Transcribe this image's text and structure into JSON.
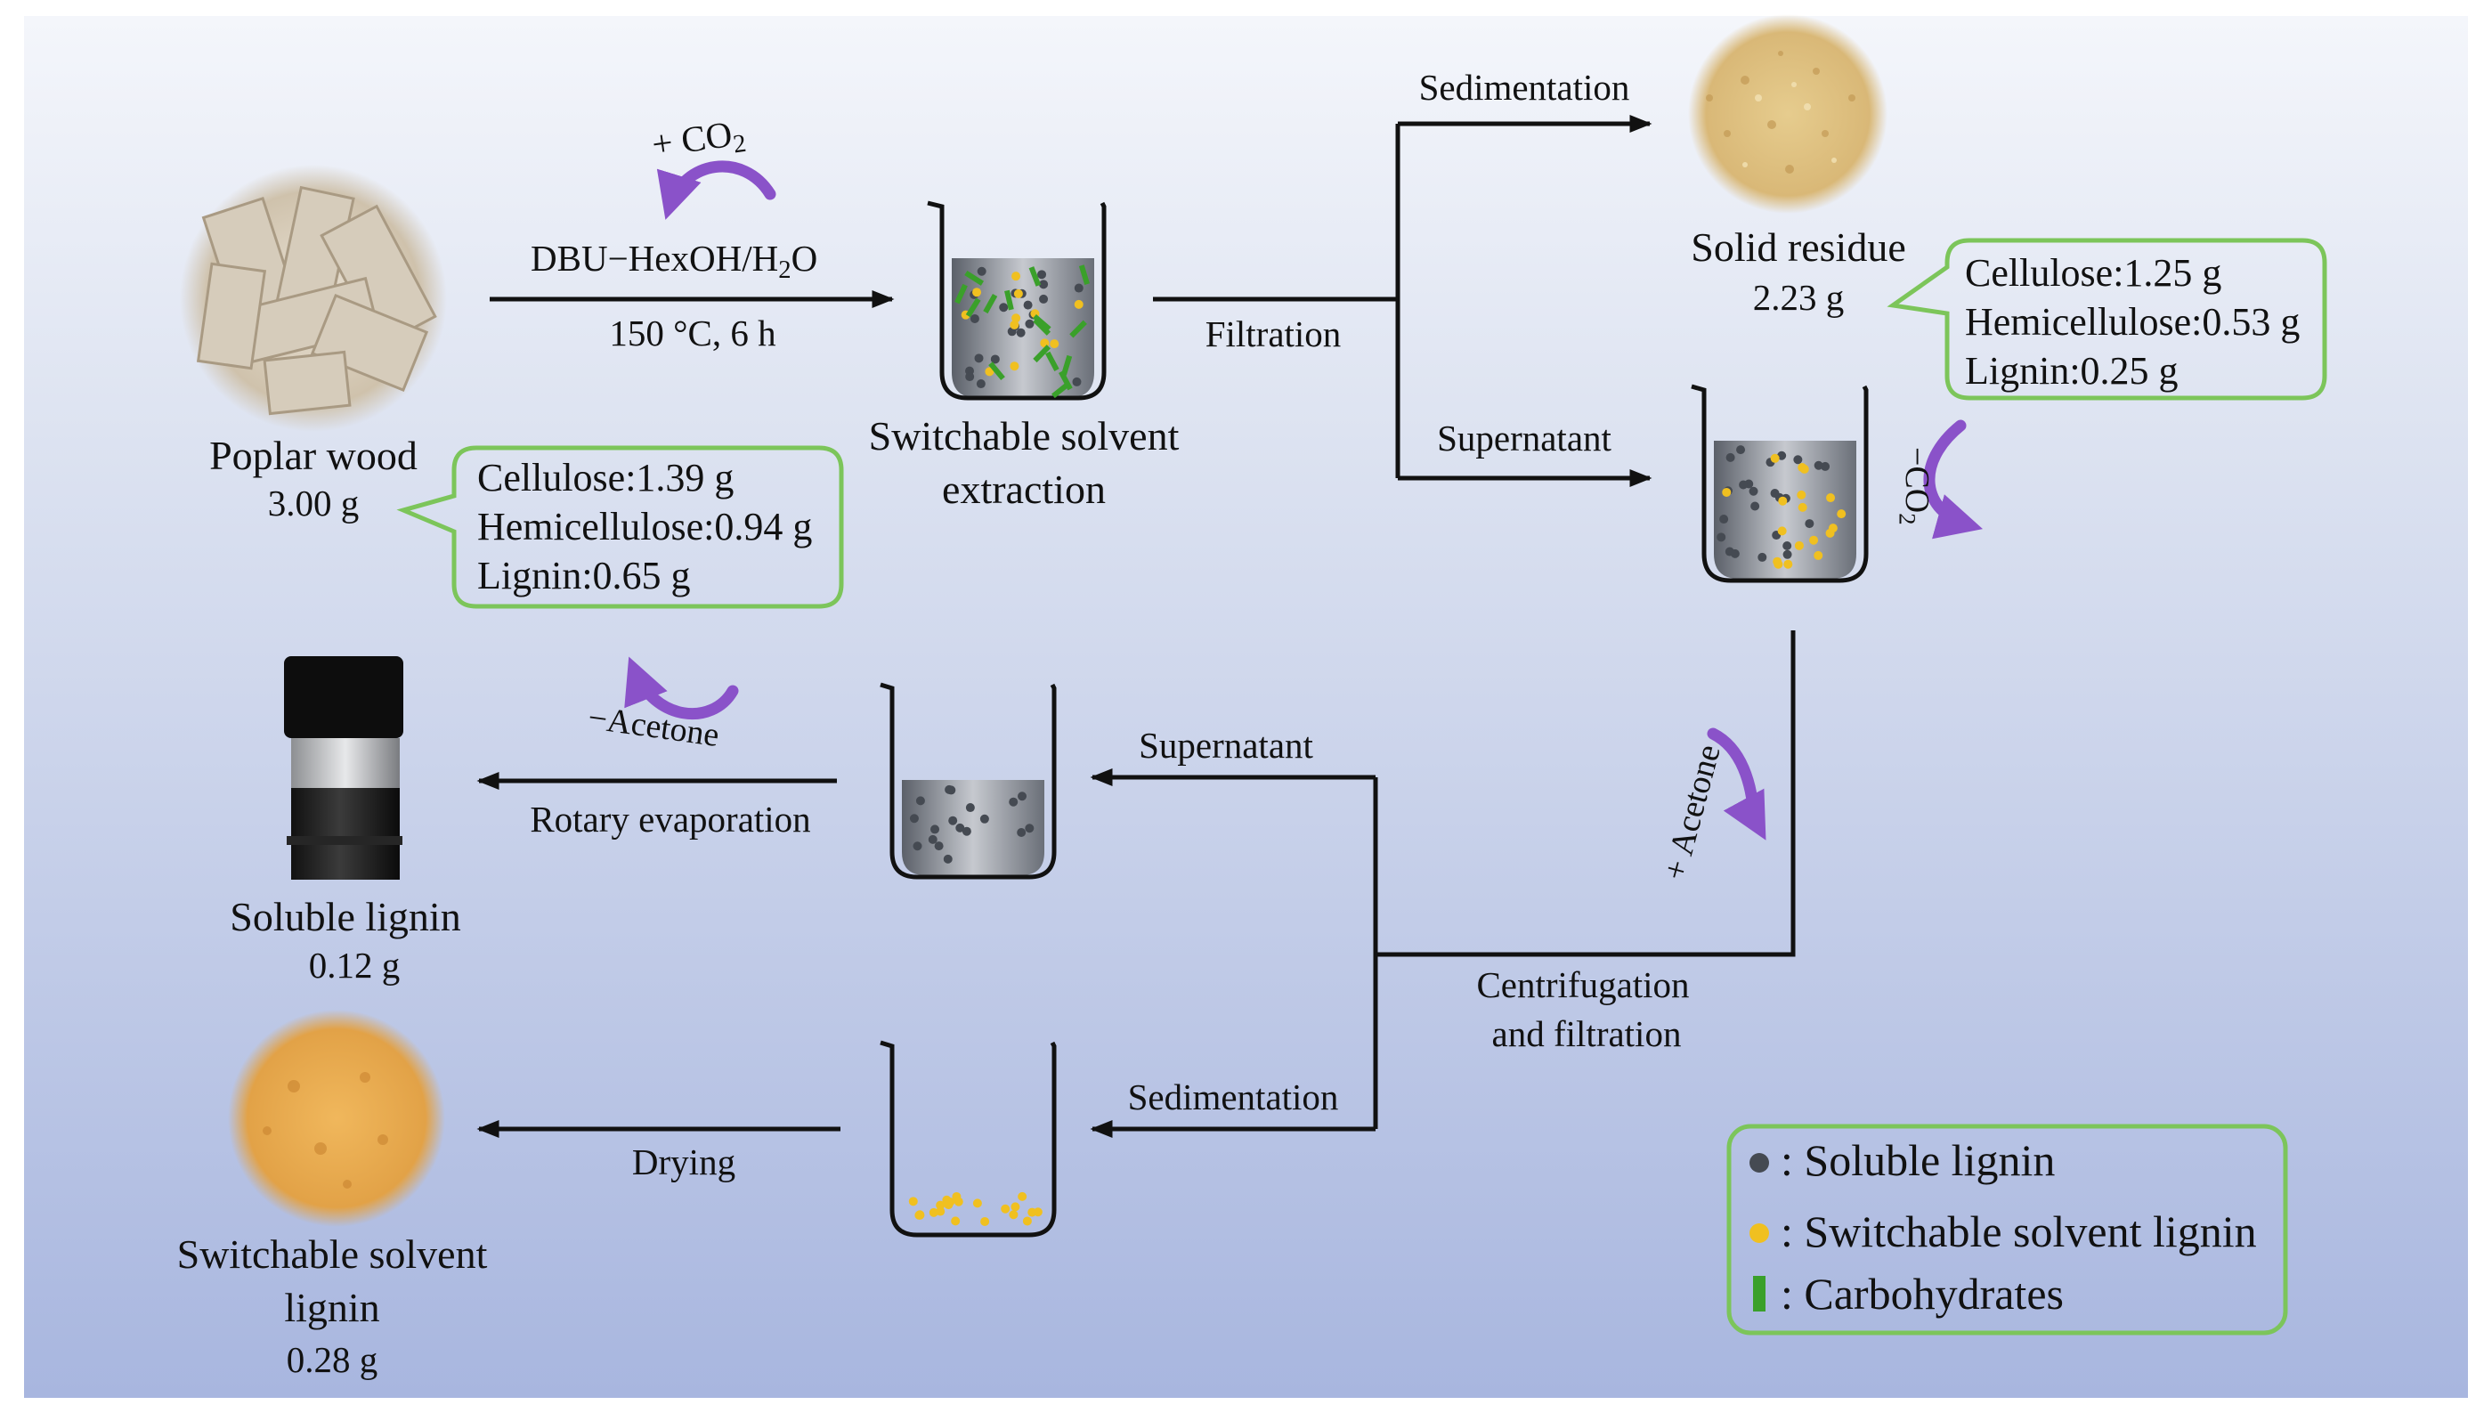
{
  "poplar": {
    "name": "Poplar wood",
    "mass": "3.00 g"
  },
  "feed_comp": {
    "cellulose": "Cellulose:1.39 g",
    "hemicellulose": "Hemicellulose:0.94 g",
    "lignin": "Lignin:0.65 g"
  },
  "reaction": {
    "co2_sign": "+ CO",
    "co2_sub": "2",
    "solvent_a": "DBU−HexOH/H",
    "solvent_sub": "2",
    "solvent_b": "O",
    "conditions": "150 °C, 6 h"
  },
  "extraction": {
    "line1": "Switchable solvent",
    "line2": "extraction"
  },
  "filtration": "Filtration",
  "top_sedimentation": "Sedimentation",
  "top_supernatant": "Supernatant",
  "solid_residue": {
    "name": "Solid residue",
    "mass": "2.23 g"
  },
  "residue_comp": {
    "cellulose": "Cellulose:1.25 g",
    "hemicellulose": "Hemicellulose:0.53 g",
    "lignin": "Lignin:0.25 g"
  },
  "minus_co2": {
    "sign": "−CO",
    "sub": "2"
  },
  "plus_acetone": "+ Acetone",
  "centrifugation": {
    "line1": "Centrifugation",
    "line2": "and filtration"
  },
  "mid_supernatant": "Supernatant",
  "mid_sedimentation": "Sedimentation",
  "minus_acetone": "−Acetone",
  "rotary": "Rotary evaporation",
  "drying": "Drying",
  "soluble_lignin": {
    "name": "Soluble lignin",
    "mass": "0.12 g"
  },
  "ss_lignin": {
    "line1": "Switchable solvent",
    "line2": "lignin",
    "mass": "0.28 g"
  },
  "legend": {
    "soluble": ": Soluble lignin",
    "switchable": ": Switchable solvent lignin",
    "carbs": ": Carbohydrates"
  },
  "colors": {
    "soluble_dot": "#454a52",
    "ss_dot": "#f0c020",
    "carb": "#3aa02a",
    "callout_border": "#7cc55a",
    "arrow_purple": "#8a52c9"
  }
}
